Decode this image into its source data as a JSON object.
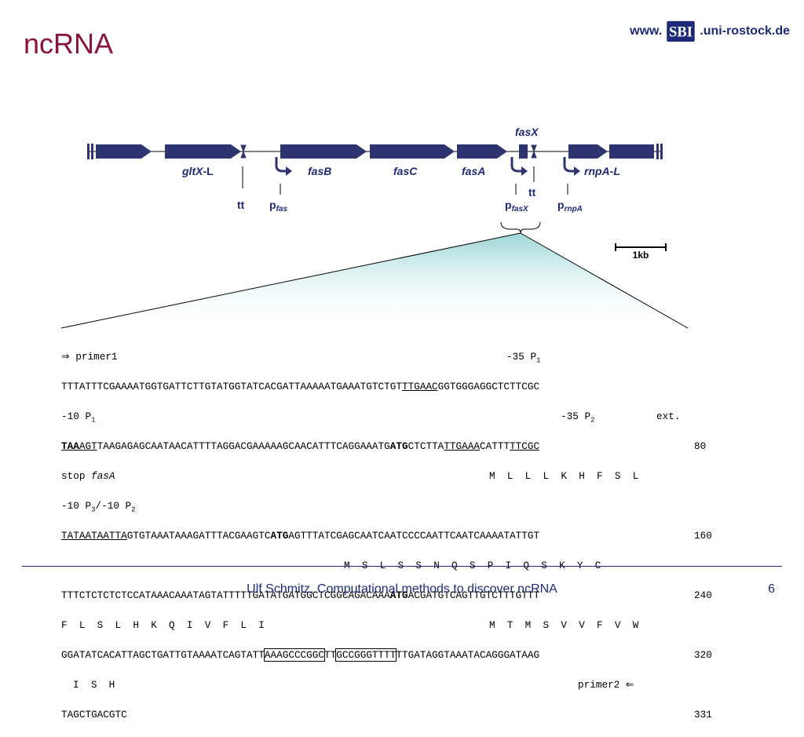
{
  "slide": {
    "title": "ncRNA",
    "header_url_prefix": "www.",
    "header_logo_text": "SBI",
    "header_url_suffix": ".uni-rostock.de",
    "footer_text": "Ulf Schmitz, Computational methods to discover ncRNA",
    "page_number": "6"
  },
  "colors": {
    "title": "#8a1538",
    "gene_fill": "#2e3470",
    "header_text": "#1e2a78",
    "zoom_gradient_start": "#9fd6d6",
    "zoom_gradient_end": "#ffffff"
  },
  "gene_map": {
    "genes": [
      {
        "italic": "gltX",
        "suffix": "-L"
      },
      {
        "italic": "fasB",
        "suffix": ""
      },
      {
        "italic": "fasC",
        "suffix": ""
      },
      {
        "italic": "fasA",
        "suffix": ""
      },
      {
        "italic": "fasX",
        "suffix": ""
      },
      {
        "italic": "rnpA",
        "suffix": "-L"
      }
    ],
    "terminators": [
      "tt",
      "tt"
    ],
    "promoters": [
      {
        "base": "p",
        "sub": "fas"
      },
      {
        "base": "p",
        "sub": "fasX"
      },
      {
        "base": "p",
        "sub": "rnpA"
      }
    ],
    "scale_bar": "1kb"
  },
  "sequence": {
    "l1": {
      "text": "⇒ primer1",
      "p35": "-35 P",
      "p35_sub": "1"
    },
    "l2": {
      "a": "TTTATTTCGAAAATGGTGATTCTTGTATGGTATCACGATTAAAAATGAAATGTCTGT",
      "b": "TTGAAC",
      "c": "GGTGGGAGGCTCTTCGC"
    },
    "l3": {
      "a": "-10 P",
      "a_sub": "1",
      "b": "-35 P",
      "b_sub": "2",
      "c": "ext."
    },
    "l4": {
      "a": "TAA",
      "b": "AGT",
      "c": "TAAGAGAGCAATAACATTTTAGGACGAAAAAGCAACATTTCAGGAAATG",
      "d": "ATG",
      "e": "CTCTTA",
      "f": "TTGAAA",
      "g": "CATTT",
      "h": "TTCGC",
      "num": "80"
    },
    "l5": {
      "a": "stop ",
      "b": "fasA",
      "c": "M  L  L  L  K  H  F  S  L"
    },
    "l6": {
      "a": "-10 P",
      "a_sub": "3",
      "b": "/-10 P",
      "b_sub": "2"
    },
    "l7": {
      "a": "TATAATAATTA",
      "b": "GTGTAAATAAAGATTTACGAAGTC",
      "c": "ATG",
      "d": "AGTTTATCGAGCAATCAATCCCCAATTCAATCAAAATATTGT",
      "num": "160"
    },
    "l8": {
      "a": "M  S  L  S  S  N  Q  S  P  I  Q  S  K  Y  C"
    },
    "l9": {
      "a": "TTTCTCTCTCTCCATAAACAAATAGTATTTTTGATATGATGGCTCGGCAGACAAA",
      "b": "ATG",
      "c": "ACGATGTCAGTTGTCTTTGTTT",
      "num": "240"
    },
    "l10": {
      "a": "F  L  S  L  H  K  Q  I  V  F  L  I",
      "b": "M  T  M  S  V  V  F  V  W"
    },
    "l11": {
      "a": "GGATATCACATTAGCTGATTGTAAAATCAGTATT",
      "b": "AAAGCCCGGC",
      "c": "TT",
      "d": "GCCGGGTTTT",
      "e": "TTGATAGGTAAATACAGGGATAAG",
      "num": "320"
    },
    "l12": {
      "a": "I  S  H",
      "b": "primer2 ⇐"
    },
    "l13": {
      "a": "TAGCTGACGTC",
      "num": "331"
    }
  }
}
